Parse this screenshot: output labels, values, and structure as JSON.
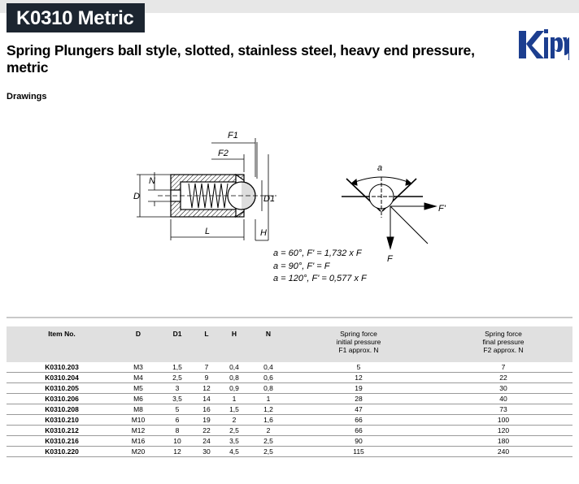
{
  "header": {
    "code": "K0310 Metric",
    "title": "Spring Plungers ball style, slotted, stainless steel, heavy end pressure, metric",
    "brand_color": "#1c3e8f"
  },
  "section_label": "Drawings",
  "drawing_labels": {
    "f1": "F1",
    "f2": "F2",
    "d": "D",
    "n": "N",
    "d1": "D1",
    "l": "L",
    "h": "H",
    "alpha": "a",
    "f_prime": "F'",
    "f": "F"
  },
  "formulas": [
    "a = 60°, F' = 1,732 x F",
    "a = 90°, F' = F",
    "a = 120°, F' = 0,577 x F"
  ],
  "table": {
    "headers": {
      "item": "Item No.",
      "d": "D",
      "d1": "D1",
      "l": "L",
      "h": "H",
      "n": "N",
      "initial_1": "Spring force",
      "initial_2": "initial pressure",
      "initial_3": "F1 approx. N",
      "final_1": "Spring force",
      "final_2": "final pressure",
      "final_3": "F2 approx. N"
    },
    "rows": [
      {
        "item": "K0310.203",
        "d": "M3",
        "d1": "1,5",
        "l": "7",
        "h": "0,4",
        "n": "0,4",
        "f1": "5",
        "f2": "7"
      },
      {
        "item": "K0310.204",
        "d": "M4",
        "d1": "2,5",
        "l": "9",
        "h": "0,8",
        "n": "0,6",
        "f1": "12",
        "f2": "22"
      },
      {
        "item": "K0310.205",
        "d": "M5",
        "d1": "3",
        "l": "12",
        "h": "0,9",
        "n": "0,8",
        "f1": "19",
        "f2": "30"
      },
      {
        "item": "K0310.206",
        "d": "M6",
        "d1": "3,5",
        "l": "14",
        "h": "1",
        "n": "1",
        "f1": "28",
        "f2": "40"
      },
      {
        "item": "K0310.208",
        "d": "M8",
        "d1": "5",
        "l": "16",
        "h": "1,5",
        "n": "1,2",
        "f1": "47",
        "f2": "73"
      },
      {
        "item": "K0310.210",
        "d": "M10",
        "d1": "6",
        "l": "19",
        "h": "2",
        "n": "1,6",
        "f1": "66",
        "f2": "100"
      },
      {
        "item": "K0310.212",
        "d": "M12",
        "d1": "8",
        "l": "22",
        "h": "2,5",
        "n": "2",
        "f1": "66",
        "f2": "120"
      },
      {
        "item": "K0310.216",
        "d": "M16",
        "d1": "10",
        "l": "24",
        "h": "3,5",
        "n": "2,5",
        "f1": "90",
        "f2": "180"
      },
      {
        "item": "K0310.220",
        "d": "M20",
        "d1": "12",
        "l": "30",
        "h": "4,5",
        "n": "2,5",
        "f1": "115",
        "f2": "240"
      }
    ]
  }
}
